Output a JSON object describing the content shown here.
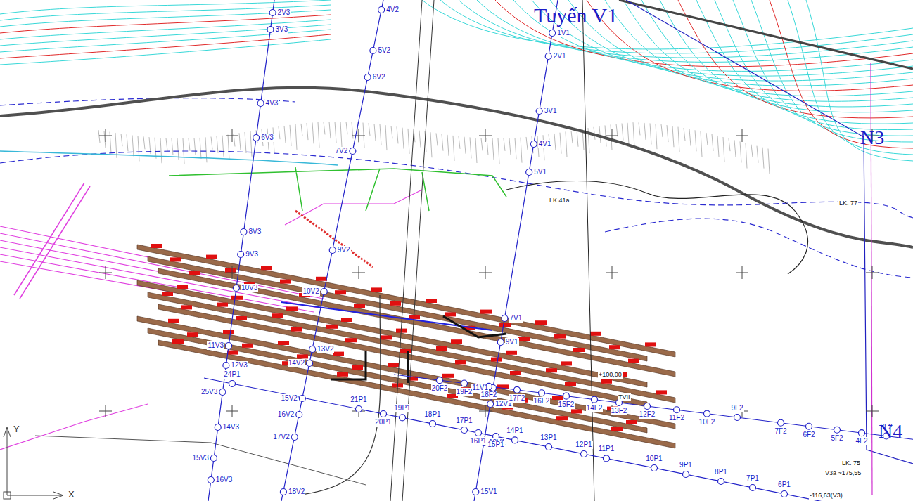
{
  "diagram": {
    "labels": [
      "2V3",
      "3V3",
      "4V3",
      "6V3",
      "8V3",
      "9V3",
      "10V3",
      "11V3",
      "12V3",
      "25V3",
      "14V3",
      "15V3",
      "16V3",
      "4V2",
      "5V2",
      "6V2",
      "7V2",
      "9V2",
      "10V2",
      "13V2",
      "14V2",
      "15V2",
      "16V2",
      "17V2",
      "18V2",
      "1V1",
      "2V1",
      "3V1",
      "4V1",
      "5V1",
      "7V1",
      "9V1",
      "11V1",
      "12V1",
      "13V1",
      "15V1",
      "24P1",
      "21P1",
      "20P1",
      "19P1",
      "18P1",
      "17P1",
      "16P1",
      "15P1",
      "14P1",
      "13P1",
      "12P1",
      "11P1",
      "10P1",
      "9P1",
      "8P1",
      "7P1",
      "6P1",
      "20F2",
      "19F2",
      "18F2",
      "17F2",
      "16F2",
      "15F2",
      "14F2",
      "13F2",
      "12F2",
      "11F2",
      "10F2",
      "9F2",
      "7F2",
      "6F2",
      "5F2",
      "4F2",
      "3F2",
      "Tuyến V1",
      "N3",
      "N4",
      "LK. 77",
      "LK. 75",
      "V3a ~175,55",
      "TVII",
      "+100,00",
      "-116,63(V3)",
      "LK.41a",
      "Y",
      "X"
    ]
  }
}
